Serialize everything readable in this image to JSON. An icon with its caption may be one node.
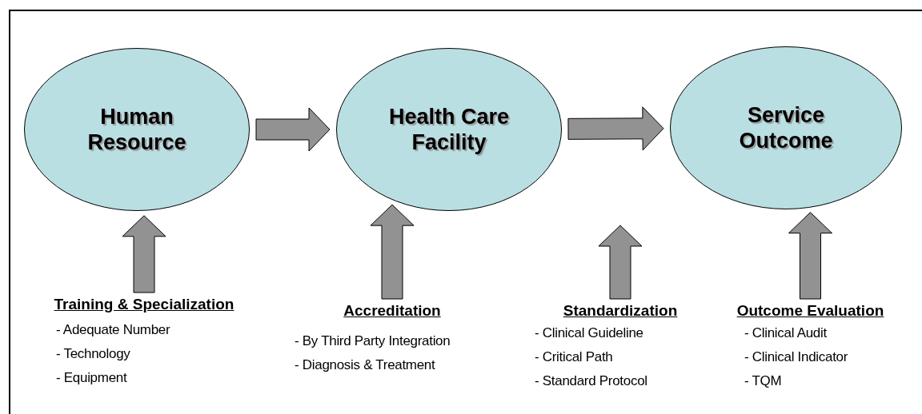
{
  "diagram": {
    "nodes": [
      {
        "text": [
          "Human Resource"
        ]
      },
      {
        "text": [
          "Health Care Facility"
        ]
      },
      {
        "text": [
          "Service Outcome"
        ]
      },
      {
        "text": [
          "Training & Specialization",
          "- Adequate Number",
          "- Technology",
          "- Equipment"
        ]
      },
      {
        "text": [
          "Accreditation",
          "- By Third Party Integration",
          "- Diagnosis & Treatment"
        ]
      },
      {
        "text": [
          "Standardization",
          "- Clinical Guideline",
          "- Critical Path",
          "- Standard Protocol"
        ]
      },
      {
        "text": [
          "Outcome Evaluation",
          "- Clinical Audit",
          "- Clinical Indicator",
          "- TQM"
        ]
      }
    ],
    "edges": [
      {
        "from": 0,
        "to": 1,
        "arrow": "to"
      },
      {
        "from": 1,
        "to": 2,
        "arrow": "to"
      },
      {
        "from": 3,
        "to": 0,
        "arrow": "to"
      },
      {
        "from": 4,
        "to": 1,
        "arrow": "to"
      },
      {
        "from": 5,
        "to": null,
        "arrow": "to"
      },
      {
        "from": 6,
        "to": 2,
        "arrow": "to"
      }
    ]
  }
}
